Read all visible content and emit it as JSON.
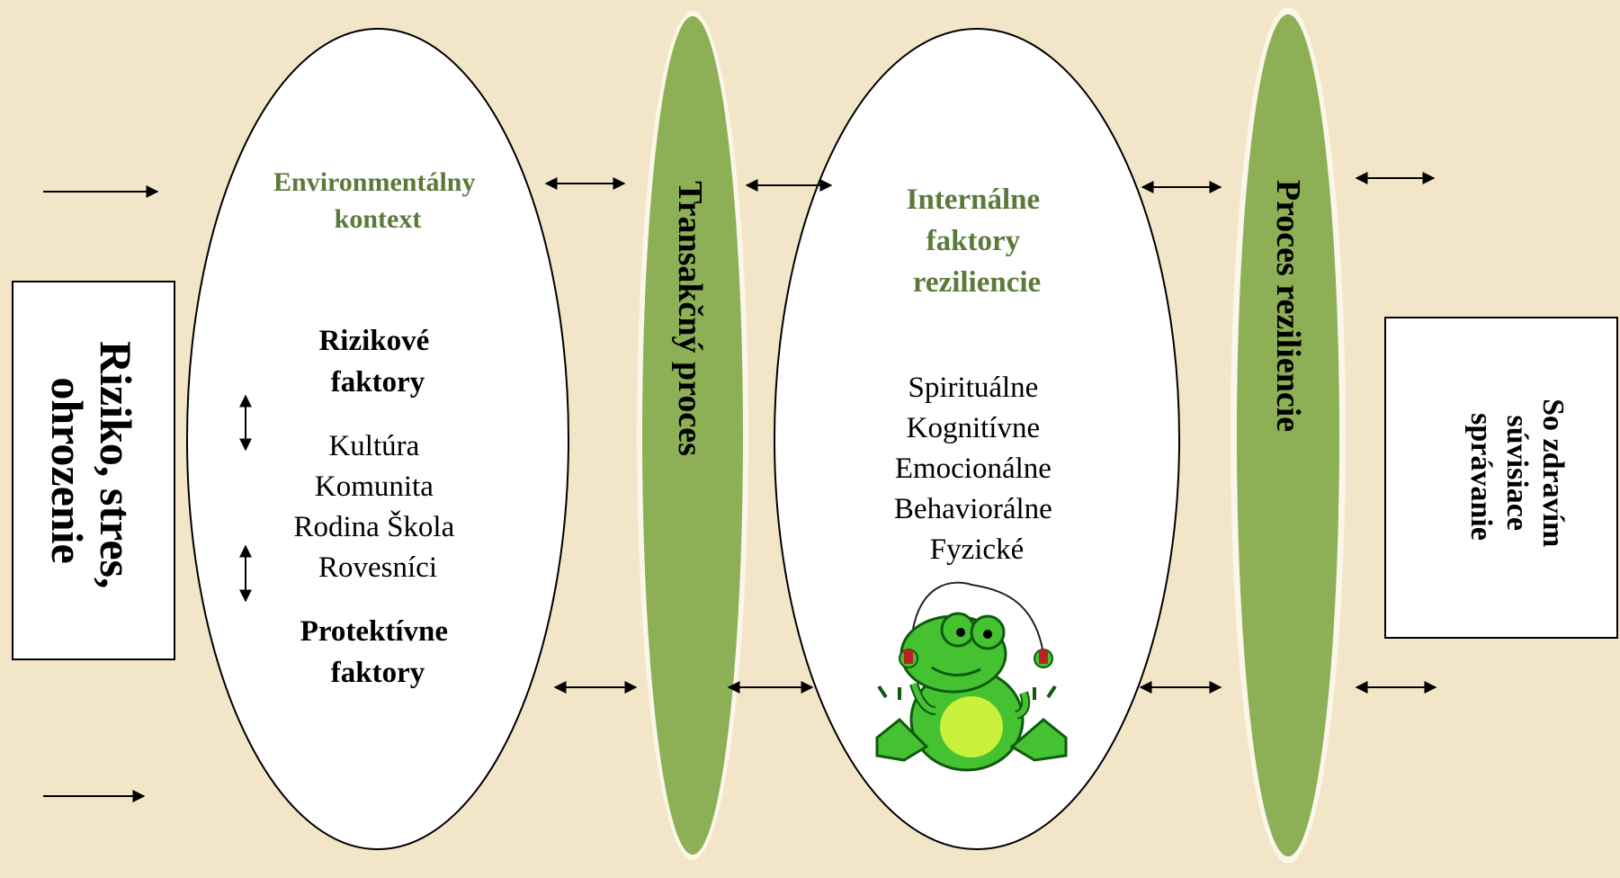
{
  "colors": {
    "background": "#f3e6c8",
    "pill_fill": "#8db056",
    "heading_green": "#5b7a3a",
    "frog_green": "#44c232"
  },
  "left_box": {
    "lines": [
      "Riziko, stres,",
      "ohrozenie"
    ]
  },
  "environment": {
    "heading": [
      "Environmentálny",
      "kontext"
    ],
    "risk_title": [
      "Rizikové",
      "faktory"
    ],
    "items": [
      "Kultúra",
      "Komunita",
      "Rodina Škola",
      "Rovesníci"
    ],
    "protective_title": [
      "Protektívne",
      "faktory"
    ]
  },
  "transaction_pill": {
    "label": "Transakčný proces"
  },
  "internal": {
    "heading": [
      "Internálne",
      "faktory",
      "reziliencie"
    ],
    "items": [
      "Spirituálne",
      "Kognitívne",
      "Emocionálne",
      "Behaviorálne",
      "Fyzické"
    ],
    "illustration": "frog-jumping-rope-icon"
  },
  "resilience_pill": {
    "label": "Proces reziliencie"
  },
  "right_box": {
    "lines": [
      "So zdravím",
      "súvisiace",
      "správanie"
    ]
  }
}
